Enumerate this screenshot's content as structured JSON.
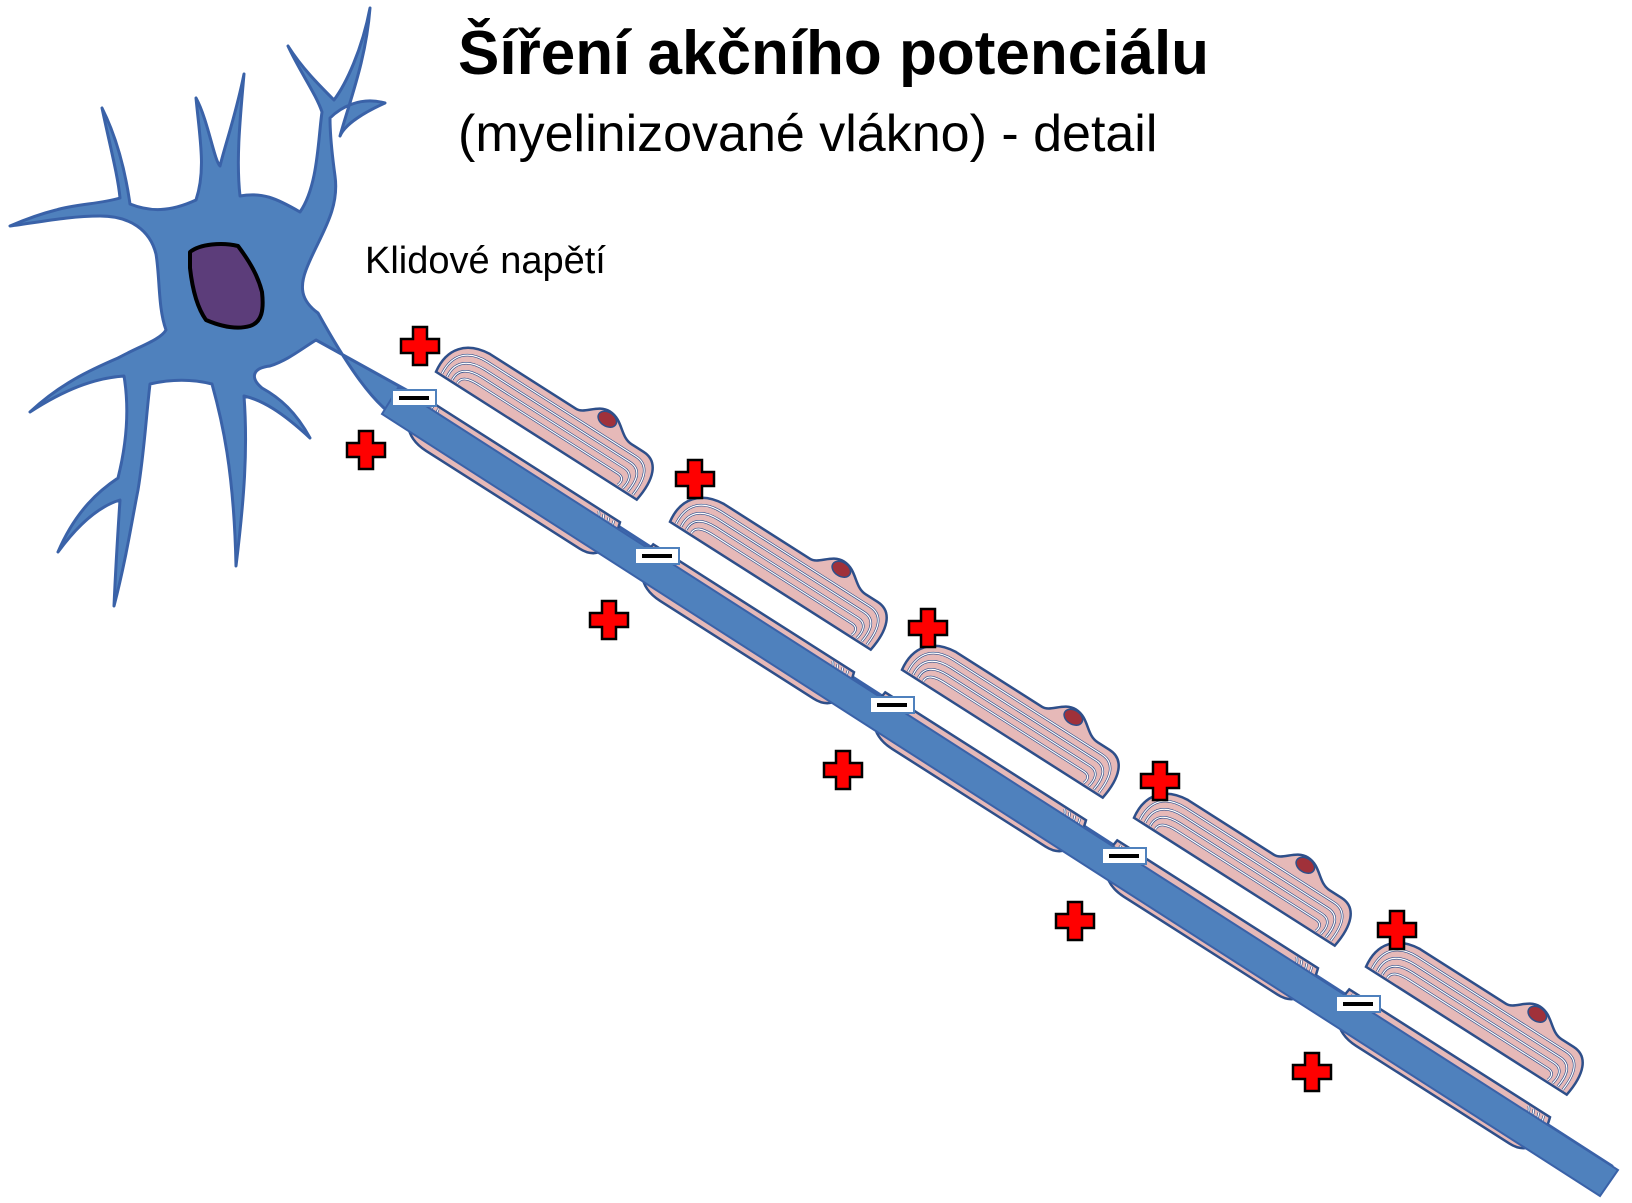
{
  "title": "Šíření akčního potenciálu",
  "subtitle": "(myelinizované vlákno) - detail",
  "state_label": "Klidové napětí",
  "colors": {
    "neuron_fill": "#4f81bd",
    "neuron_stroke": "#3a62a8",
    "nucleus_fill": "#5c3d7a",
    "myelin_fill": "#e6b9b8",
    "myelin_stroke": "#2e4f8a",
    "schwann_nucleus": "#a0313a",
    "plus_fill": "#ff0000",
    "minus_fill": "#000000"
  },
  "icons": {
    "plus": "plus-charge-icon",
    "minus": "minus-charge-icon"
  }
}
